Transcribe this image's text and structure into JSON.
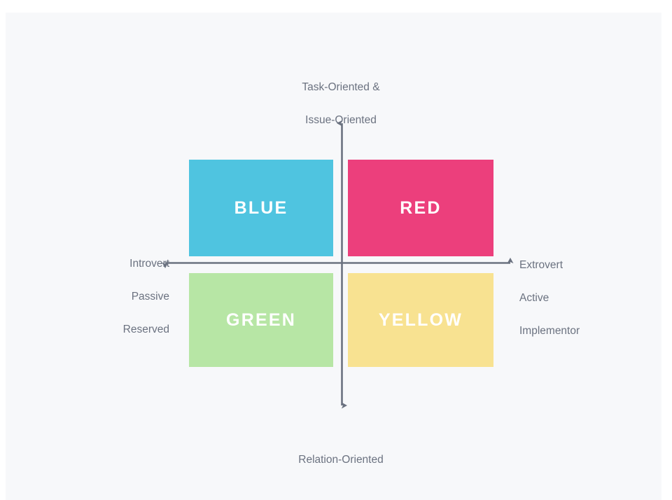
{
  "diagram": {
    "type": "four-quadrant-matrix",
    "background_color": "#F7F8FA",
    "page_color": "#FFFFFF",
    "axis_color": "#6B7280",
    "label_color": "#6B7280",
    "axes": {
      "vertical": {
        "top_label_lines": [
          "Task-Oriented &",
          "Issue-Oriented"
        ],
        "bottom_label_lines": [
          "Relation-Oriented"
        ],
        "top_label": "Task-Oriented &\nIssue-Oriented",
        "bottom_label": "Relation-Oriented"
      },
      "horizontal": {
        "left_label_lines": [
          "Introvert",
          "Passive",
          "Reserved"
        ],
        "right_label_lines": [
          "Extrovert",
          "Active",
          "Implementor"
        ],
        "left_label": "Introvert\nPassive\nReserved",
        "right_label": "Extrovert\nActive\nImplementor"
      }
    },
    "quadrants": [
      {
        "id": "blue",
        "label": "BLUE",
        "color": "#4FC4E0",
        "text_color": "#FFFFFF",
        "position": "top-left",
        "traits": [
          "Task-Oriented & Issue-Oriented",
          "Introvert",
          "Passive",
          "Reserved"
        ]
      },
      {
        "id": "red",
        "label": "RED",
        "color": "#EC3F7C",
        "text_color": "#FFFFFF",
        "position": "top-right",
        "traits": [
          "Task-Oriented & Issue-Oriented",
          "Extrovert",
          "Active",
          "Implementor"
        ]
      },
      {
        "id": "green",
        "label": "GREEN",
        "color": "#B7E6A5",
        "text_color": "#FFFFFF",
        "position": "bottom-left",
        "traits": [
          "Relation-Oriented",
          "Introvert",
          "Passive",
          "Reserved"
        ]
      },
      {
        "id": "yellow",
        "label": "YELLOW",
        "color": "#F8E291",
        "text_color": "#FFFFFF",
        "position": "bottom-right",
        "traits": [
          "Relation-Oriented",
          "Extrovert",
          "Active",
          "Implementor"
        ]
      }
    ]
  }
}
